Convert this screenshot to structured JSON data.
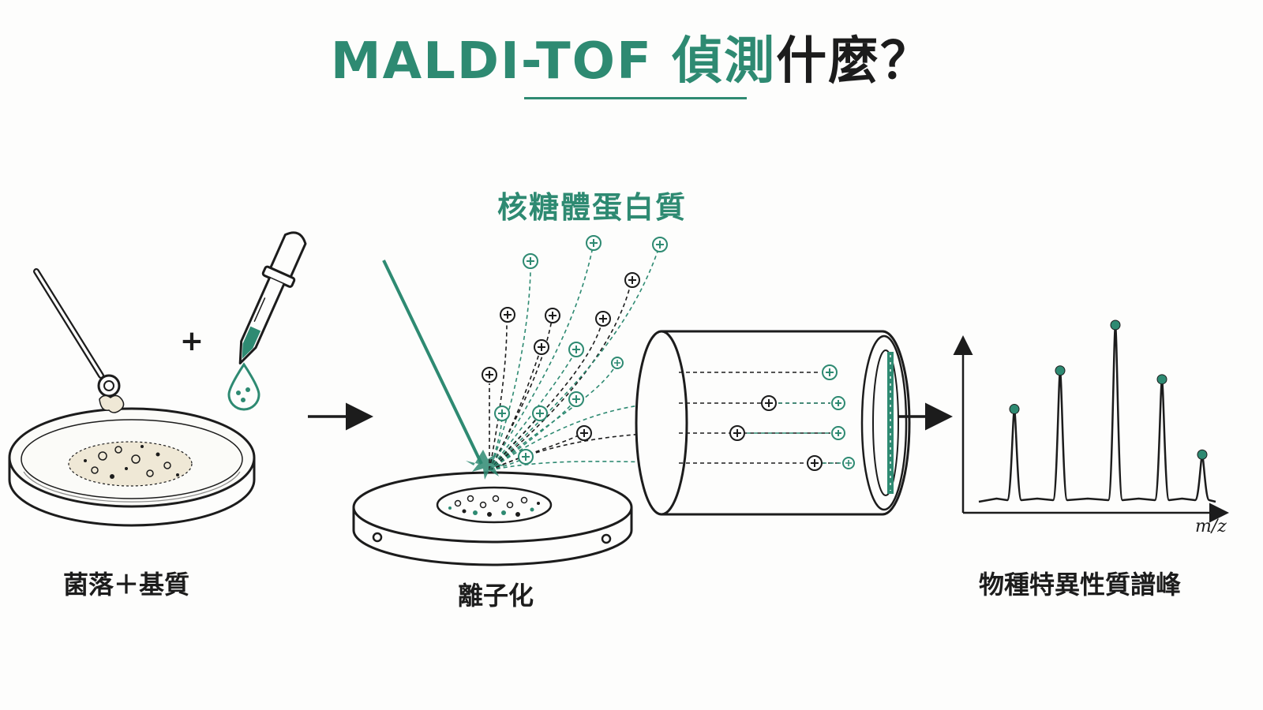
{
  "title": {
    "accent": "MALDI-TOF 偵測",
    "dark": "什麼？"
  },
  "labels": {
    "colony_matrix": "菌落＋基質",
    "ionization": "離子化",
    "ribosomal_proteins": "核糖體蛋白質",
    "species_spectrum": "物種特異性質譜峰",
    "plus_sign": "+",
    "mz_axis": "m/z"
  },
  "colors": {
    "accent": "#2e8a72",
    "ink": "#1c1c1c"
  },
  "spectrum": {
    "peaks": [
      {
        "relative_height": 0.52
      },
      {
        "relative_height": 0.74
      },
      {
        "relative_height": 1.0
      },
      {
        "relative_height": 0.69
      },
      {
        "relative_height": 0.26
      }
    ]
  }
}
